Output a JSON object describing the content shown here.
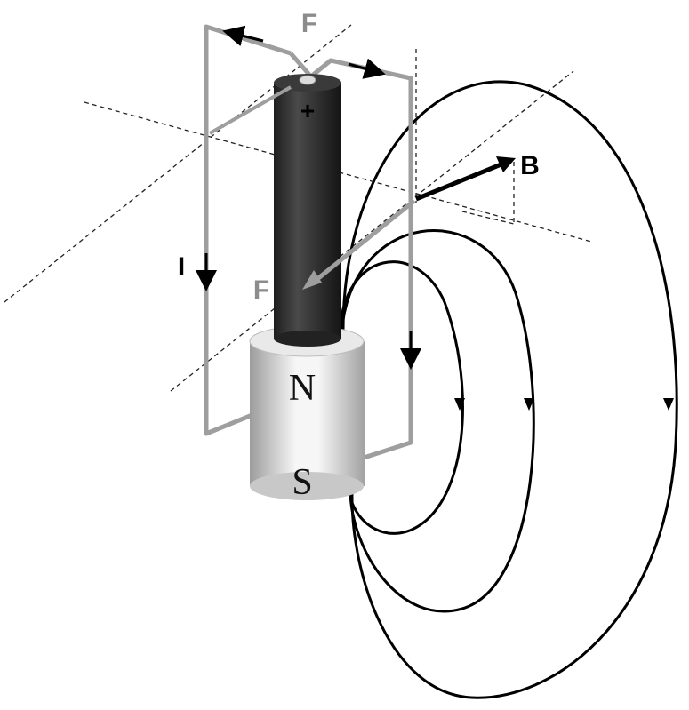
{
  "labels": {
    "force_top": "F",
    "force_bottom": "F",
    "field": "B",
    "current": "I",
    "battery_plus": "+",
    "pole_north": "N",
    "pole_south": "S"
  },
  "colors": {
    "wire": "#9e9e9e",
    "battery_body": "#2f2f2f",
    "field_line": "#000000",
    "force_label": "#8c8c8c",
    "guide_line": "#222222",
    "magnet_light": "#f4f4f4",
    "magnet_shade": "#a9a9a9"
  }
}
